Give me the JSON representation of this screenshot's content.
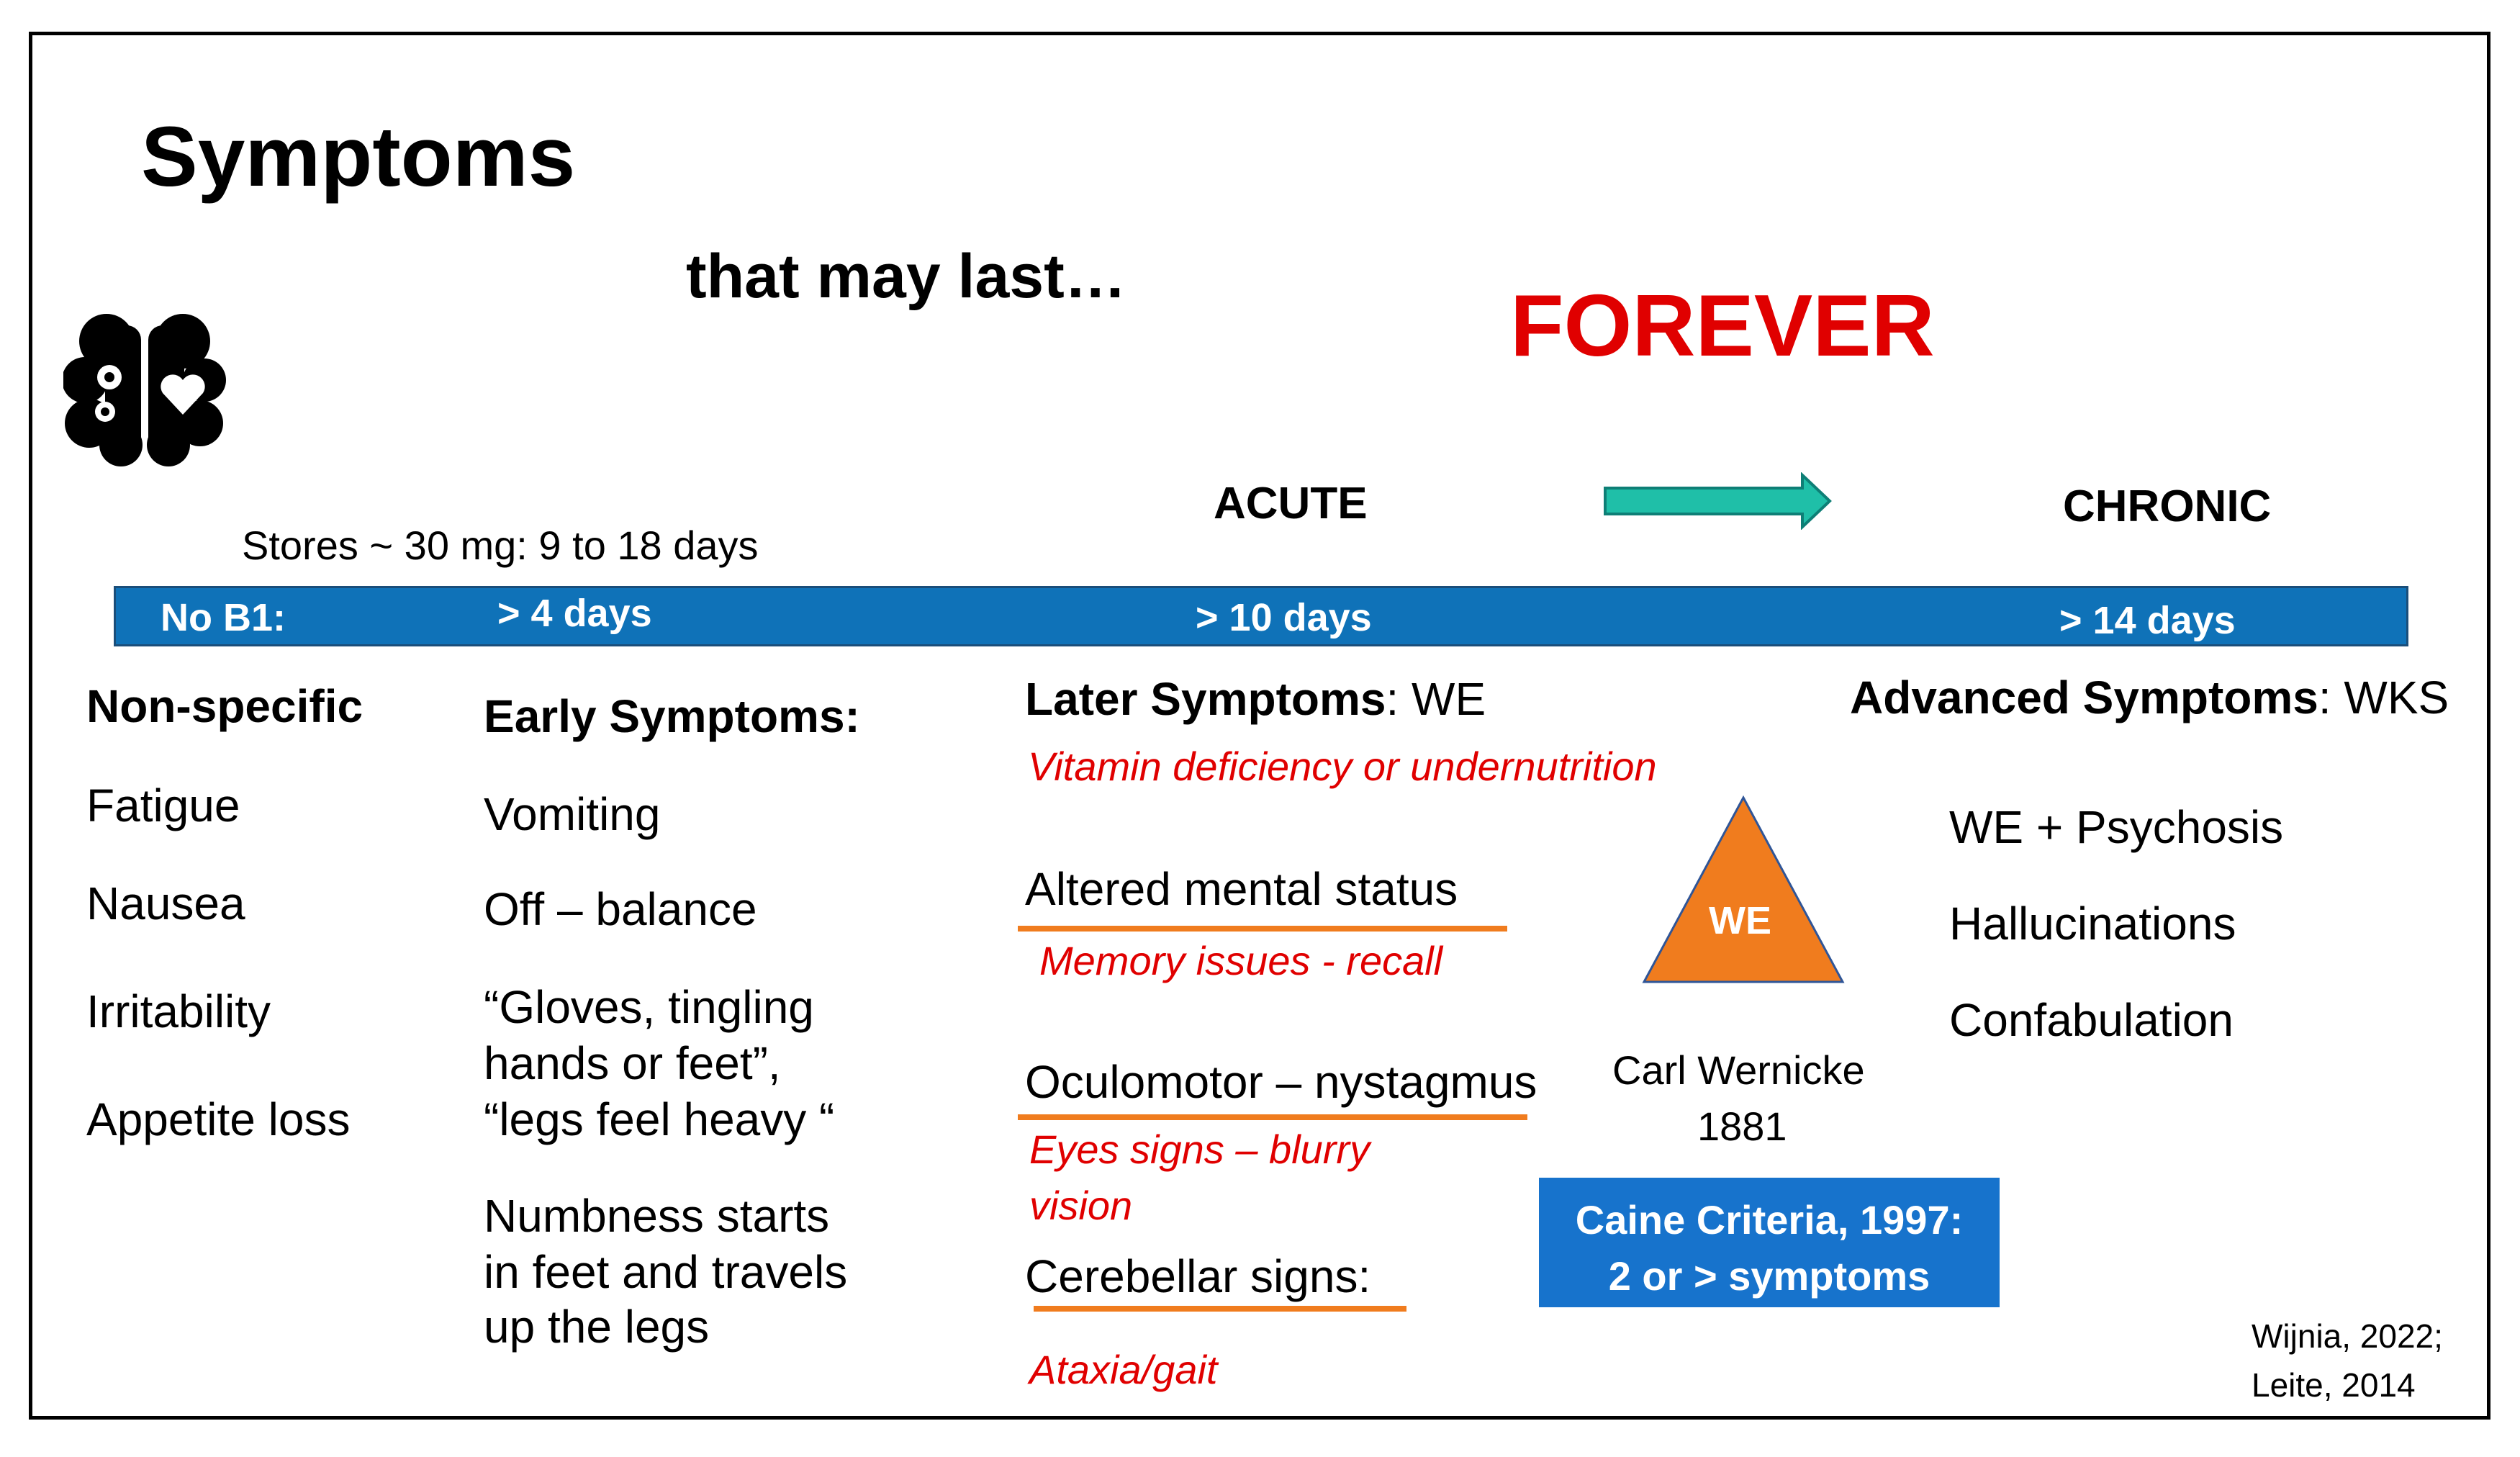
{
  "slide": {
    "title": "Symptoms",
    "subtitle": "that may last…",
    "forever": "FOREVER",
    "stage_acute": "ACUTE",
    "stage_chronic": "CHRONIC",
    "stores": "Stores ~ 30 mg:  9 to 18 days",
    "timeline": {
      "label": "No B1:",
      "t1": "> 4 days",
      "t2": "> 10 days",
      "t3": "> 14 days"
    },
    "nonspecific": {
      "heading": "Non-specific",
      "items": [
        "Fatigue",
        "Nausea",
        "Irritability",
        "Appetite loss"
      ]
    },
    "early": {
      "heading": "Early Symptoms:",
      "items": [
        "Vomiting",
        "Off – balance",
        "“Gloves, tingling",
        "hands or feet”,",
        "“legs feel heavy “",
        "Numbness starts",
        "in feet and travels",
        "up the legs"
      ]
    },
    "later": {
      "heading_bold": "Later Symptoms",
      "heading_rest": ": WE",
      "cause": "Vitamin deficiency or undernutrition",
      "mental": "Altered mental status",
      "mental_note": "Memory issues - recall",
      "oculo": "Oculomotor – nystagmus",
      "oculo_note_1": "Eyes signs – blurry",
      "oculo_note_2": "vision",
      "cereb": "Cerebellar signs:",
      "cereb_note": "Ataxia/gait"
    },
    "triangle_label": "WE",
    "person_name": "Carl Wernicke",
    "person_year": "1881",
    "caine_1": "Caine Criteria, 1997:",
    "caine_2": "2 or > symptoms",
    "advanced": {
      "heading_bold": "Advanced Symptoms",
      "heading_rest": ": WKS",
      "items": [
        "WE + Psychosis",
        "Hallucinations",
        "Confabulation"
      ]
    },
    "cite_1": "Wijnia, 2022;",
    "cite_2": "Leite, 2014",
    "colors": {
      "accent_red": "#e00000",
      "bar_blue": "#0f72b8",
      "badge_blue": "#1773cc",
      "orange": "#f07c1e",
      "teal_arrow": "#1fbfa8"
    },
    "icons": [
      "brain-icon",
      "gears-icon",
      "heart-icon",
      "right-arrow-icon"
    ]
  }
}
